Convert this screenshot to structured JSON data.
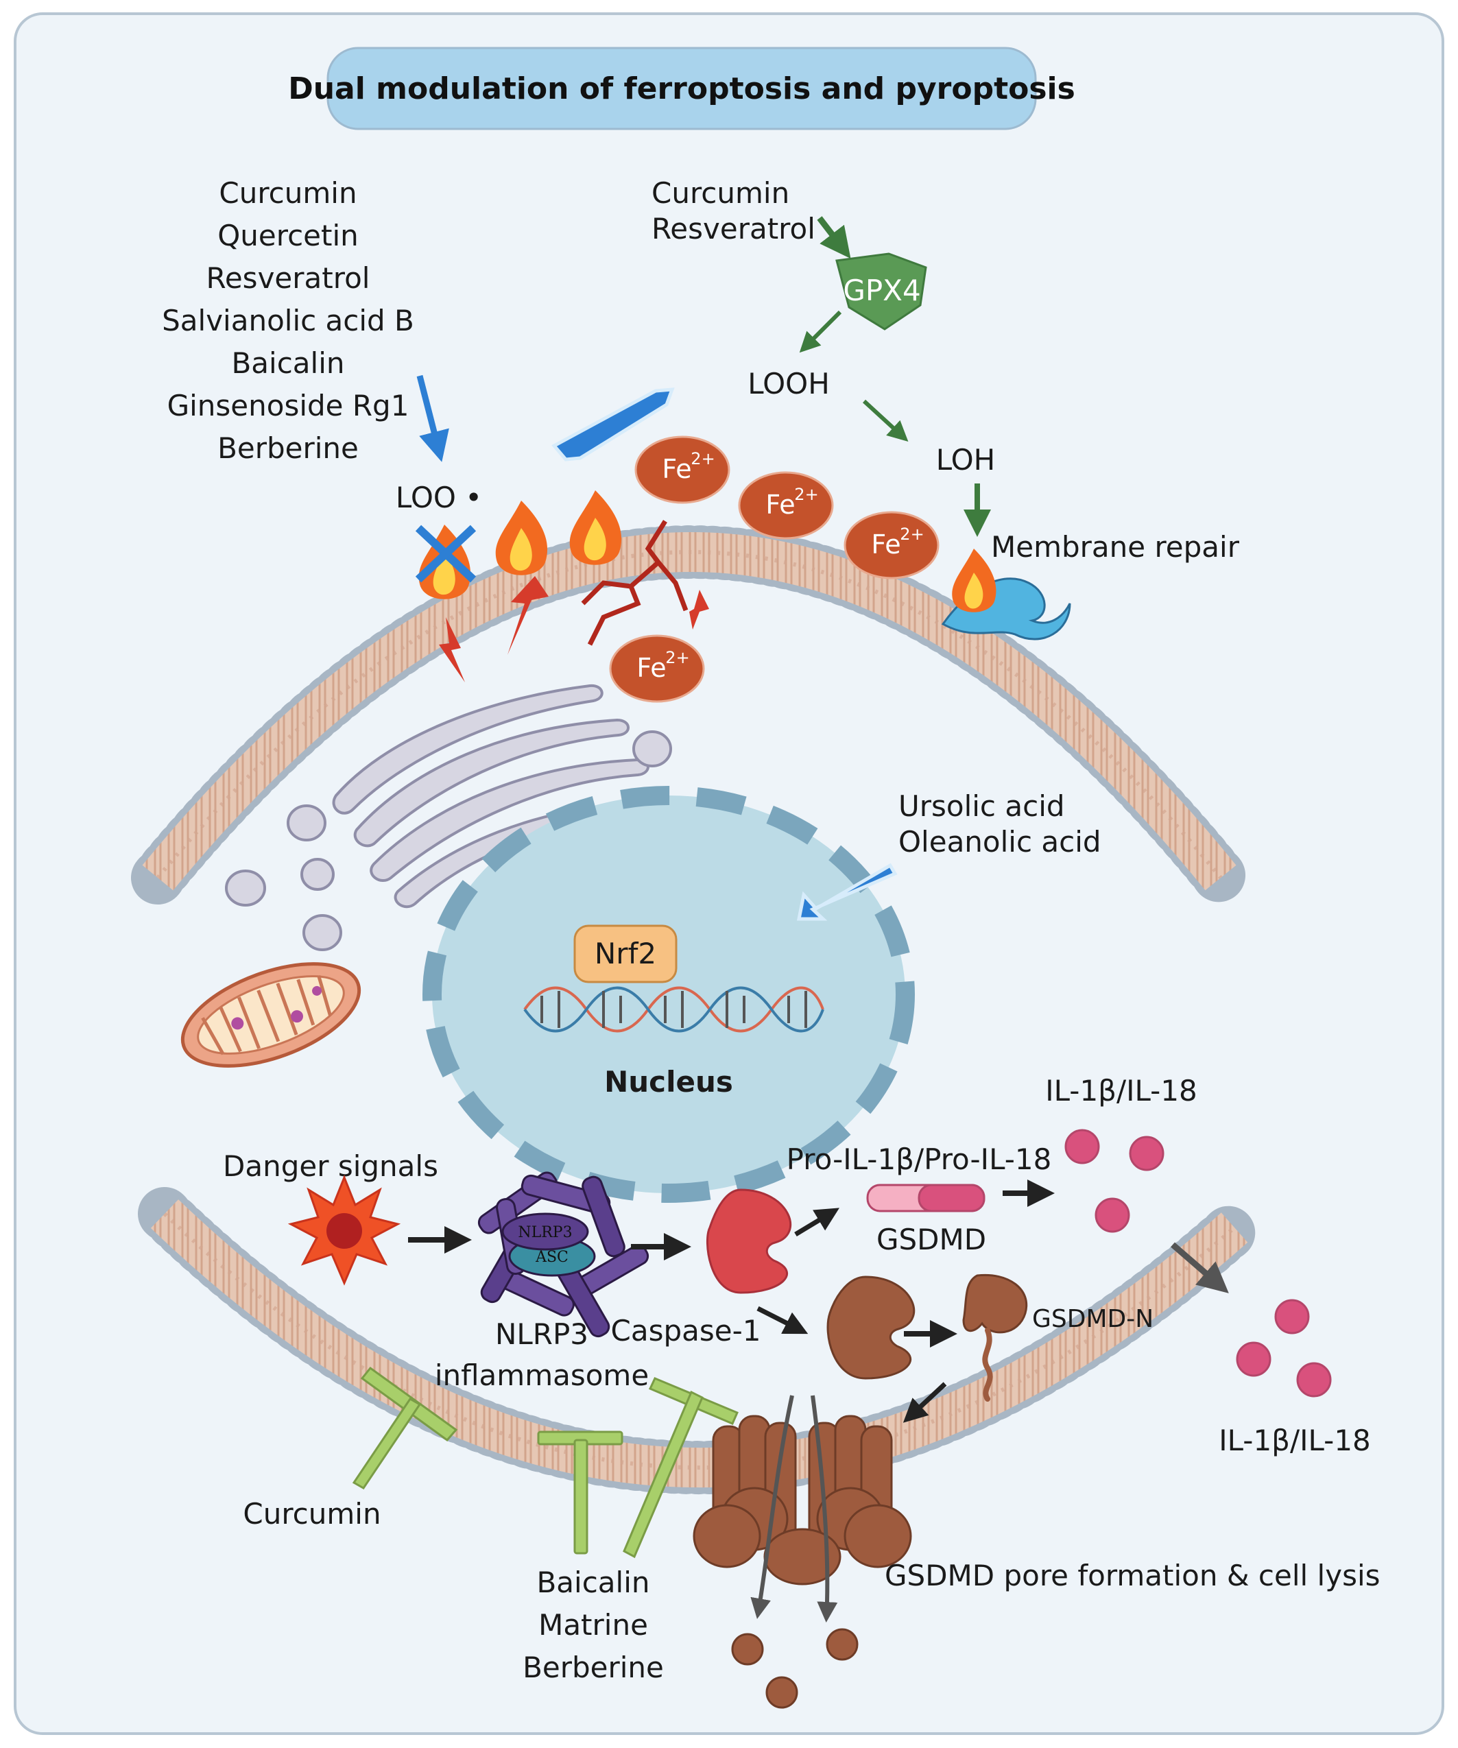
{
  "title": "Dual modulation of ferroptosis and pyroptosis",
  "top_left_compounds": [
    "Curcumin",
    "Quercetin",
    "Resveratrol",
    "Salvianolic acid B",
    "Baicalin",
    "Ginsenoside Rg1",
    "Berberine"
  ],
  "top_right_compounds": [
    "Curcumin",
    "Resveratrol"
  ],
  "gpx4": "GPX4",
  "looh": "LOOH",
  "loh": "LOH",
  "loo": "LOO •",
  "membrane_repair": "Membrane repair",
  "iron": {
    "symbol": "Fe",
    "charge": "2+"
  },
  "nucleus_compounds": [
    "Ursolic acid",
    "Oleanolic acid"
  ],
  "nrf2": "Nrf2",
  "nucleus": "Nucleus",
  "danger_signals": "Danger signals",
  "nlrp3_inner": "NLRP3",
  "asc_inner": "ASC",
  "nlrp3_inflammasome": [
    "NLRP3",
    "inflammasome"
  ],
  "caspase1": "Caspase-1",
  "pro_il": "Pro-IL-1β/Pro-IL-18",
  "gsdmd": "GSDMD",
  "gsdmd_n": "GSDMD-N",
  "il_top": "IL-1β/IL-18",
  "il_right": "IL-1β/IL-18",
  "curcumin_bottom": "Curcumin",
  "bottom_compounds": [
    "Baicalin",
    "Matrine",
    "Berberine"
  ],
  "pore": "GSDMD pore formation & cell lysis",
  "colors": {
    "background": "#eef4f9",
    "title_box": "#a9d3ec",
    "arrow_blue": "#2d7fd4",
    "arrow_green": "#3e7c3e",
    "gpx4": "#5a9a55",
    "iron": "#c4522b",
    "nucleus": "#bcdbe6",
    "nrf2": "#f7c182",
    "inhibitor": "#a8cf6a",
    "il": "#d9517d",
    "caspase": "#d9474c",
    "gsdmd": "#9e5b3e"
  }
}
